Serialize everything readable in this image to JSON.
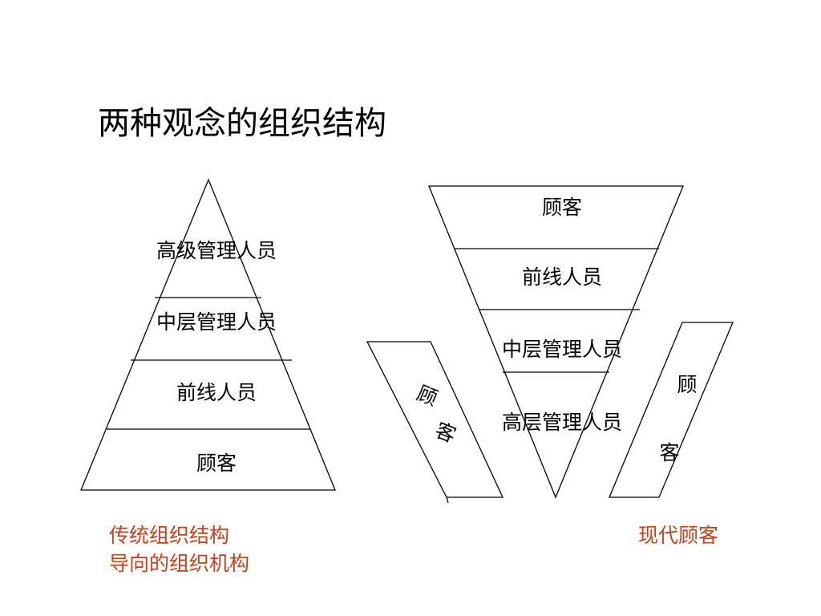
{
  "title": "两种观念的组织结构",
  "traditional": {
    "levels": [
      "高级管理人员",
      "中层管理人员",
      "前线人员",
      "顾客"
    ],
    "caption_line1": "传统组织结构",
    "caption_line2": "导向的组织机构"
  },
  "modern": {
    "levels": [
      "顾客",
      "前线人员",
      "中层管理人员",
      "高层管理人员"
    ],
    "side_left": [
      "顾",
      "客"
    ],
    "side_right": [
      "顾",
      "客"
    ],
    "caption": "现代顾客"
  },
  "colors": {
    "caption": "#c8401a",
    "lines": "#000000"
  }
}
